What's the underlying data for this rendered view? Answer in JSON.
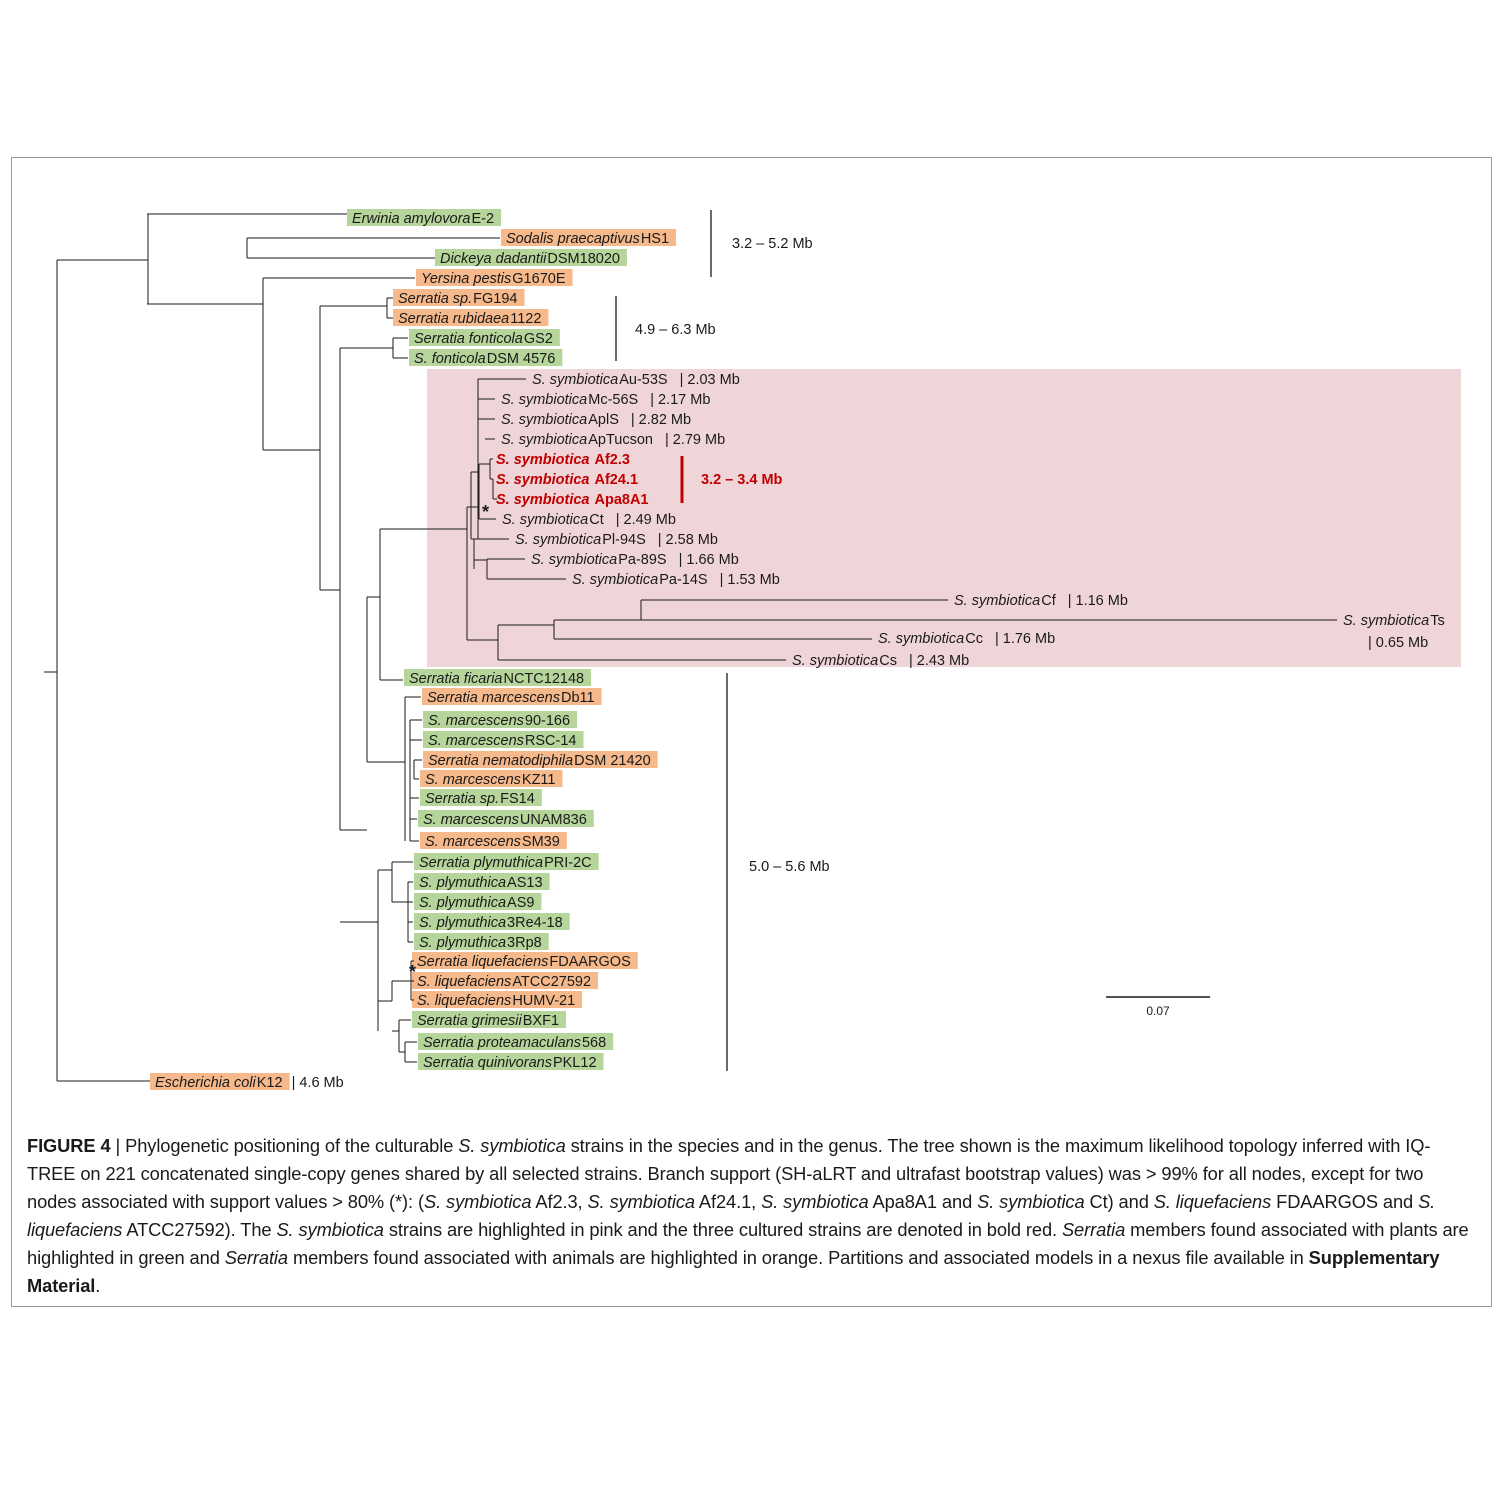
{
  "figure": {
    "label": "FIGURE 4",
    "caption_text": "Phylogenetic positioning of the culturable S. symbiotica strains in the species and in the genus. The tree shown is the maximum likelihood topology inferred with IQ-TREE on 221 concatenated single-copy genes shared by all selected strains. Branch support (SH-aLRT and ultrafast bootstrap values) was > 99% for all nodes, except for two nodes associated with support values > 80% (*): (S. symbiotica Af2.3, S. symbiotica Af24.1, S. symbiotica Apa8A1 and S. symbiotica Ct) and S. liquefaciens FDAARGOS and S. liquefaciens ATCC27592). The S. symbiotica strains are highlighted in pink and the three cultured strains are denoted in bold red. Serratia members found associated with plants are highlighted in green and Serratia members found associated with animals are highlighted in orange. Partitions and associated models in a nexus file available in Supplementary Material."
  },
  "colors": {
    "plant_green": "#b5d59b",
    "animal_orange": "#f6b98b",
    "symbiotica_pink": "#efd5d8",
    "cultured_red": "#c00000"
  },
  "legend": {
    "plant_association": "green",
    "animal_association": "orange",
    "symbiotica_group": "pink",
    "cultured_strains": "bold red"
  },
  "genome_brackets": [
    {
      "label": "3.2 – 5.2 Mb"
    },
    {
      "label": "4.9 – 6.3 Mb"
    },
    {
      "label": "3.2 – 3.4 Mb"
    },
    {
      "label": "5.0 – 5.6 Mb"
    }
  ],
  "scale_bar": {
    "label": "0.07"
  },
  "support_marker": "*",
  "taxa": [
    {
      "id": "erwinia",
      "species": "Erwinia amylovora",
      "strain": "E-2",
      "size": "",
      "association": "plant"
    },
    {
      "id": "sodalis",
      "species": "Sodalis praecaptivus",
      "strain": "HS1",
      "size": "",
      "association": "animal"
    },
    {
      "id": "dickeya",
      "species": "Dickeya dadantii",
      "strain": "DSM18020",
      "size": "",
      "association": "plant"
    },
    {
      "id": "yersina",
      "species": "Yersina pestis",
      "strain": "G1670E",
      "size": "",
      "association": "animal"
    },
    {
      "id": "s_fg194",
      "species": "Serratia sp.",
      "strain": "FG194",
      "size": "",
      "association": "animal"
    },
    {
      "id": "s_rub",
      "species": "Serratia rubidaea",
      "strain": "1122",
      "size": "",
      "association": "animal"
    },
    {
      "id": "s_fon_gs2",
      "species": "Serratia fonticola",
      "strain": "GS2",
      "size": "",
      "association": "plant"
    },
    {
      "id": "s_fon_dsm",
      "species": "S. fonticola",
      "strain": "DSM 4576",
      "size": "",
      "association": "plant"
    },
    {
      "id": "sym_au53s",
      "species": "S. symbiotica",
      "strain": "Au-53S",
      "size": "| 2.03 Mb",
      "association": "symbiotica"
    },
    {
      "id": "sym_mc56s",
      "species": "S. symbiotica",
      "strain": "Mc-56S",
      "size": "| 2.17 Mb",
      "association": "symbiotica"
    },
    {
      "id": "sym_apls",
      "species": "S. symbiotica",
      "strain": "AplS",
      "size": "| 2.82 Mb",
      "association": "symbiotica"
    },
    {
      "id": "sym_aptucson",
      "species": "S. symbiotica",
      "strain": "ApTucson",
      "size": "| 2.79 Mb",
      "association": "symbiotica"
    },
    {
      "id": "sym_af23",
      "species": "S. symbiotica",
      "strain": "Af2.3",
      "size": "",
      "association": "cultured"
    },
    {
      "id": "sym_af241",
      "species": "S. symbiotica",
      "strain": "Af24.1",
      "size": "",
      "association": "cultured"
    },
    {
      "id": "sym_apa8a1",
      "species": "S. symbiotica",
      "strain": "Apa8A1",
      "size": "",
      "association": "cultured"
    },
    {
      "id": "sym_ct",
      "species": "S. symbiotica",
      "strain": "Ct",
      "size": "| 2.49 Mb",
      "association": "symbiotica"
    },
    {
      "id": "sym_pl94s",
      "species": "S. symbiotica",
      "strain": "Pl-94S",
      "size": "| 2.58 Mb",
      "association": "symbiotica"
    },
    {
      "id": "sym_pa89s",
      "species": "S. symbiotica",
      "strain": "Pa-89S",
      "size": "| 1.66 Mb",
      "association": "symbiotica"
    },
    {
      "id": "sym_pa14s",
      "species": "S. symbiotica",
      "strain": "Pa-14S",
      "size": "| 1.53 Mb",
      "association": "symbiotica"
    },
    {
      "id": "sym_cf",
      "species": "S. symbiotica",
      "strain": "Cf",
      "size": "| 1.16 Mb",
      "association": "symbiotica"
    },
    {
      "id": "sym_ts",
      "species": "S. symbiotica",
      "strain": "Ts",
      "size": "| 0.65 Mb",
      "association": "symbiotica"
    },
    {
      "id": "sym_cc",
      "species": "S. symbiotica",
      "strain": "Cc",
      "size": "| 1.76 Mb",
      "association": "symbiotica"
    },
    {
      "id": "sym_cs",
      "species": "S. symbiotica",
      "strain": "Cs",
      "size": "| 2.43 Mb",
      "association": "symbiotica"
    },
    {
      "id": "s_ficaria",
      "species": "Serratia ficaria",
      "strain": "NCTC12148",
      "size": "",
      "association": "plant"
    },
    {
      "id": "s_marc_db11",
      "species": "Serratia marcescens",
      "strain": "Db11",
      "size": "",
      "association": "animal"
    },
    {
      "id": "s_marc_90",
      "species": "S. marcescens",
      "strain": "90-166",
      "size": "",
      "association": "plant"
    },
    {
      "id": "s_marc_rsc",
      "species": "S. marcescens",
      "strain": "RSC-14",
      "size": "",
      "association": "plant"
    },
    {
      "id": "s_nemato",
      "species": "Serratia nematodiphila",
      "strain": "DSM 21420",
      "size": "",
      "association": "animal"
    },
    {
      "id": "s_marc_kz11",
      "species": "S. marcescens",
      "strain": "KZ11",
      "size": "",
      "association": "animal"
    },
    {
      "id": "s_fs14",
      "species": "Serratia sp.",
      "strain": "FS14",
      "size": "",
      "association": "plant"
    },
    {
      "id": "s_marc_unam",
      "species": "S. marcescens",
      "strain": "UNAM836",
      "size": "",
      "association": "plant"
    },
    {
      "id": "s_marc_sm39",
      "species": "S. marcescens",
      "strain": "SM39",
      "size": "",
      "association": "animal"
    },
    {
      "id": "s_ply_pri",
      "species": "Serratia plymuthica",
      "strain": "PRI-2C",
      "size": "",
      "association": "plant"
    },
    {
      "id": "s_ply_as13",
      "species": "S. plymuthica",
      "strain": "AS13",
      "size": "",
      "association": "plant"
    },
    {
      "id": "s_ply_as9",
      "species": "S. plymuthica",
      "strain": "AS9",
      "size": "",
      "association": "plant"
    },
    {
      "id": "s_ply_3re4",
      "species": "S. plymuthica",
      "strain": "3Re4-18",
      "size": "",
      "association": "plant"
    },
    {
      "id": "s_ply_3rp8",
      "species": "S. plymuthica",
      "strain": "3Rp8",
      "size": "",
      "association": "plant"
    },
    {
      "id": "s_liq_fda",
      "species": "Serratia liquefaciens",
      "strain": "FDAARGOS",
      "size": "",
      "association": "animal"
    },
    {
      "id": "s_liq_atcc",
      "species": "S. liquefaciens",
      "strain": "ATCC27592",
      "size": "",
      "association": "animal"
    },
    {
      "id": "s_liq_humv",
      "species": "S. liquefaciens",
      "strain": "HUMV-21",
      "size": "",
      "association": "animal"
    },
    {
      "id": "s_grim",
      "species": "Serratia grimesii",
      "strain": "BXF1",
      "size": "",
      "association": "plant"
    },
    {
      "id": "s_prot",
      "species": "Serratia proteamaculans",
      "strain": "568",
      "size": "",
      "association": "plant"
    },
    {
      "id": "s_quin",
      "species": "Serratia quinivorans",
      "strain": "PKL12",
      "size": "",
      "association": "plant"
    },
    {
      "id": "ecoli",
      "species": "Escherichia coli",
      "strain": "K12",
      "size": "| 4.6 Mb",
      "association": "animal"
    }
  ]
}
